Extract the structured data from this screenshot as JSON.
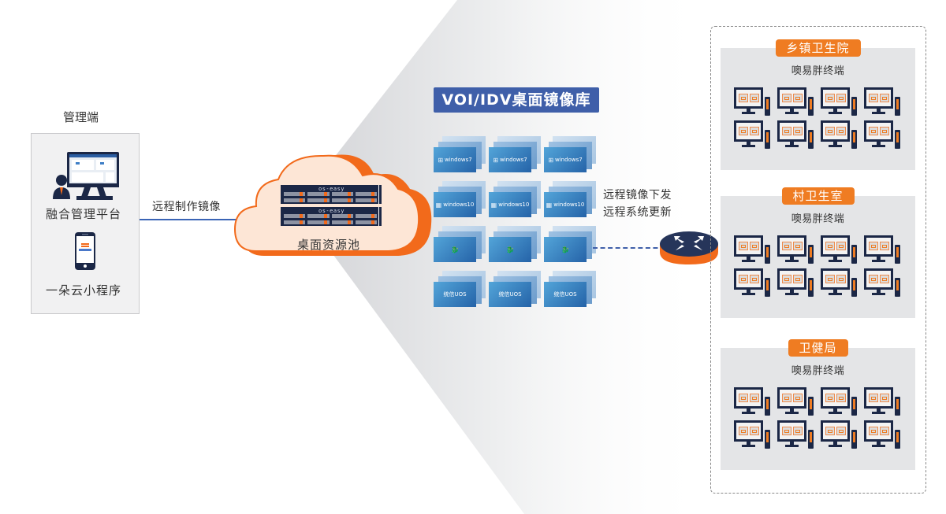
{
  "management": {
    "title": "管理端",
    "platform_label": "融合管理平台",
    "miniapp_label": "一朵云小程序"
  },
  "links": {
    "remote_make_image": "远程制作镜像",
    "remote_distribution": [
      "远程镜像下发",
      "远程系统更新"
    ]
  },
  "cloud": {
    "label": "桌面资源池",
    "servers": [
      {
        "brand": "os-easy"
      },
      {
        "brand": "os-easy"
      }
    ]
  },
  "image_library": {
    "title": "VOI/IDV桌面镜像库",
    "rows": [
      {
        "os": "windows7",
        "icon": "windows7-flag-icon",
        "glyph": "⊞",
        "tiles": [
          "windows7",
          "windows7",
          "windows7"
        ]
      },
      {
        "os": "windows10",
        "icon": "windows10-logo-icon",
        "glyph": "▦",
        "tiles": [
          "windows10",
          "windows10",
          "windows10"
        ]
      },
      {
        "os": "kylin",
        "icon": "kylin-logo-icon",
        "glyph": "🐉",
        "tiles": [
          "",
          "",
          ""
        ]
      },
      {
        "os": "uos",
        "icon": "",
        "glyph": "",
        "tiles": [
          "统信UOS",
          "统信UOS",
          "统信UOS"
        ]
      }
    ]
  },
  "sites": [
    {
      "name": "乡镇卫生院",
      "subtitle": "噢易胖终端",
      "terminal_count": 8
    },
    {
      "name": "村卫生室",
      "subtitle": "噢易胖终端",
      "terminal_count": 8
    },
    {
      "name": "卫健局",
      "subtitle": "噢易胖终端",
      "terminal_count": 8
    }
  ],
  "colors": {
    "accent_orange": "#ef7c22",
    "accent_blue": "#3f5fa9",
    "navy": "#1b2746",
    "cloud_fill": "#fde6d6",
    "cloud_edge": "#f26a1b"
  }
}
